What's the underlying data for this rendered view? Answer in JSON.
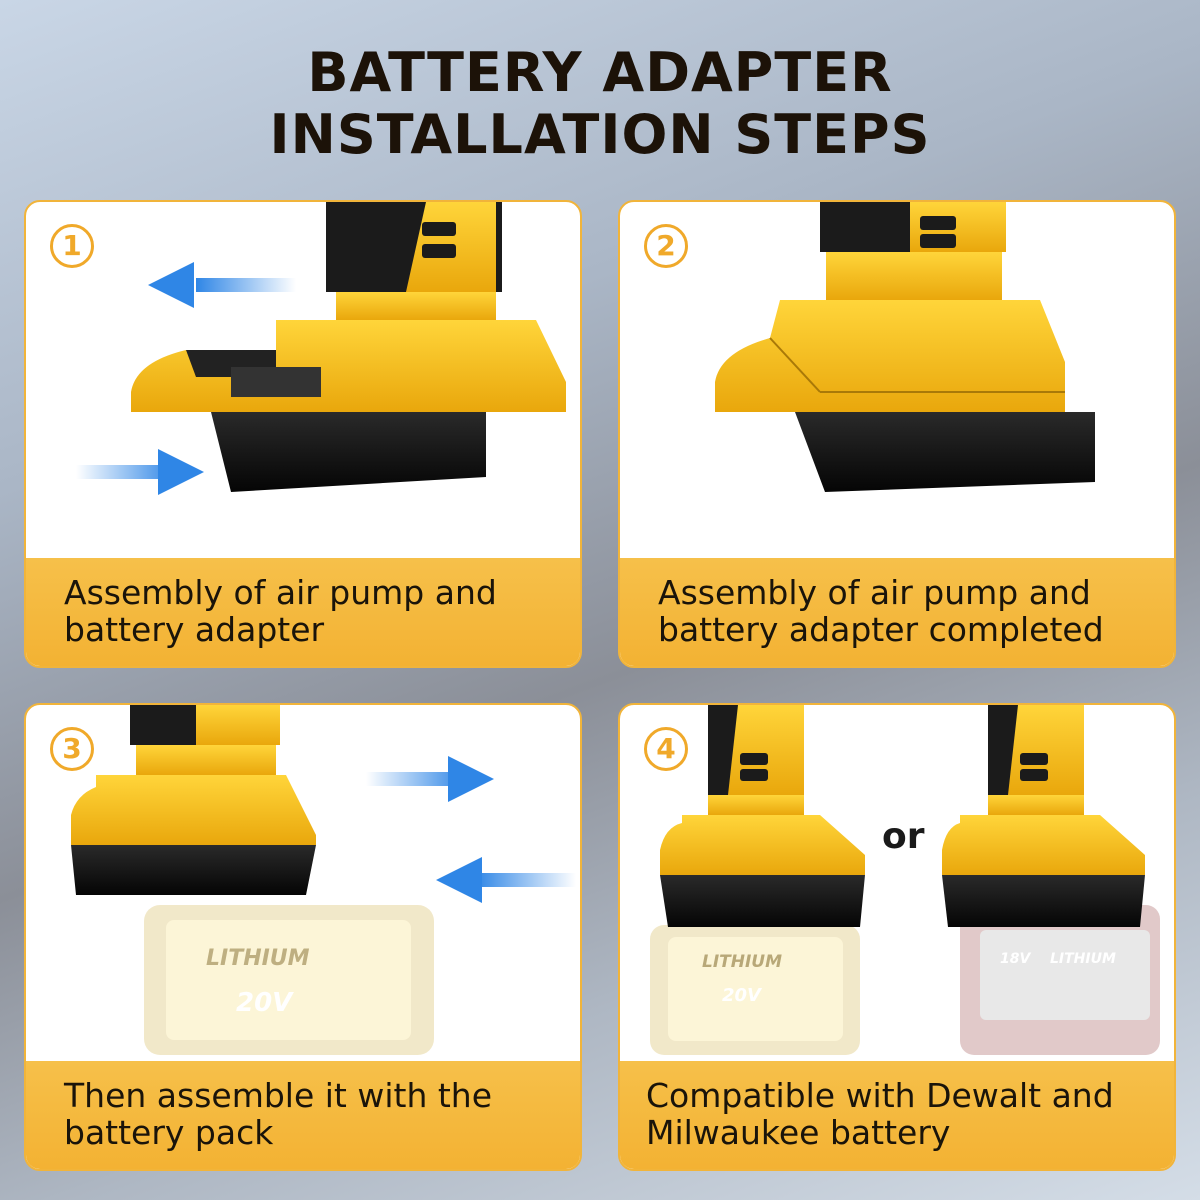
{
  "title": {
    "line1": "BATTERY ADAPTER",
    "line2": "INSTALLATION STEPS"
  },
  "steps": [
    {
      "number": "1",
      "caption_line1": "Assembly of air pump and",
      "caption_line2": "battery adapter"
    },
    {
      "number": "2",
      "caption_line1": "Assembly of air pump and",
      "caption_line2": "battery adapter completed"
    },
    {
      "number": "3",
      "caption_line1": "Then assemble it with the",
      "caption_line2": "battery pack"
    },
    {
      "number": "4",
      "caption_line1": "Compatible with Dewalt and",
      "caption_line2": "Milwaukee battery"
    }
  ],
  "step3_battery": {
    "brand": "LITHIUM",
    "voltage": "20V"
  },
  "step4": {
    "separator": "or",
    "dewalt_battery": {
      "brand": "LITHIUM",
      "voltage": "20V"
    },
    "milwaukee_battery": {
      "voltage": "18V",
      "brand": "LITHIUM"
    }
  },
  "colors": {
    "accent_yellow": "#f3b233",
    "tool_yellow": "#f6c21c",
    "arrow_blue": "#2f86e6",
    "card_border": "#f1b43a"
  },
  "icons": [
    "arrow-left-icon",
    "arrow-right-icon"
  ]
}
